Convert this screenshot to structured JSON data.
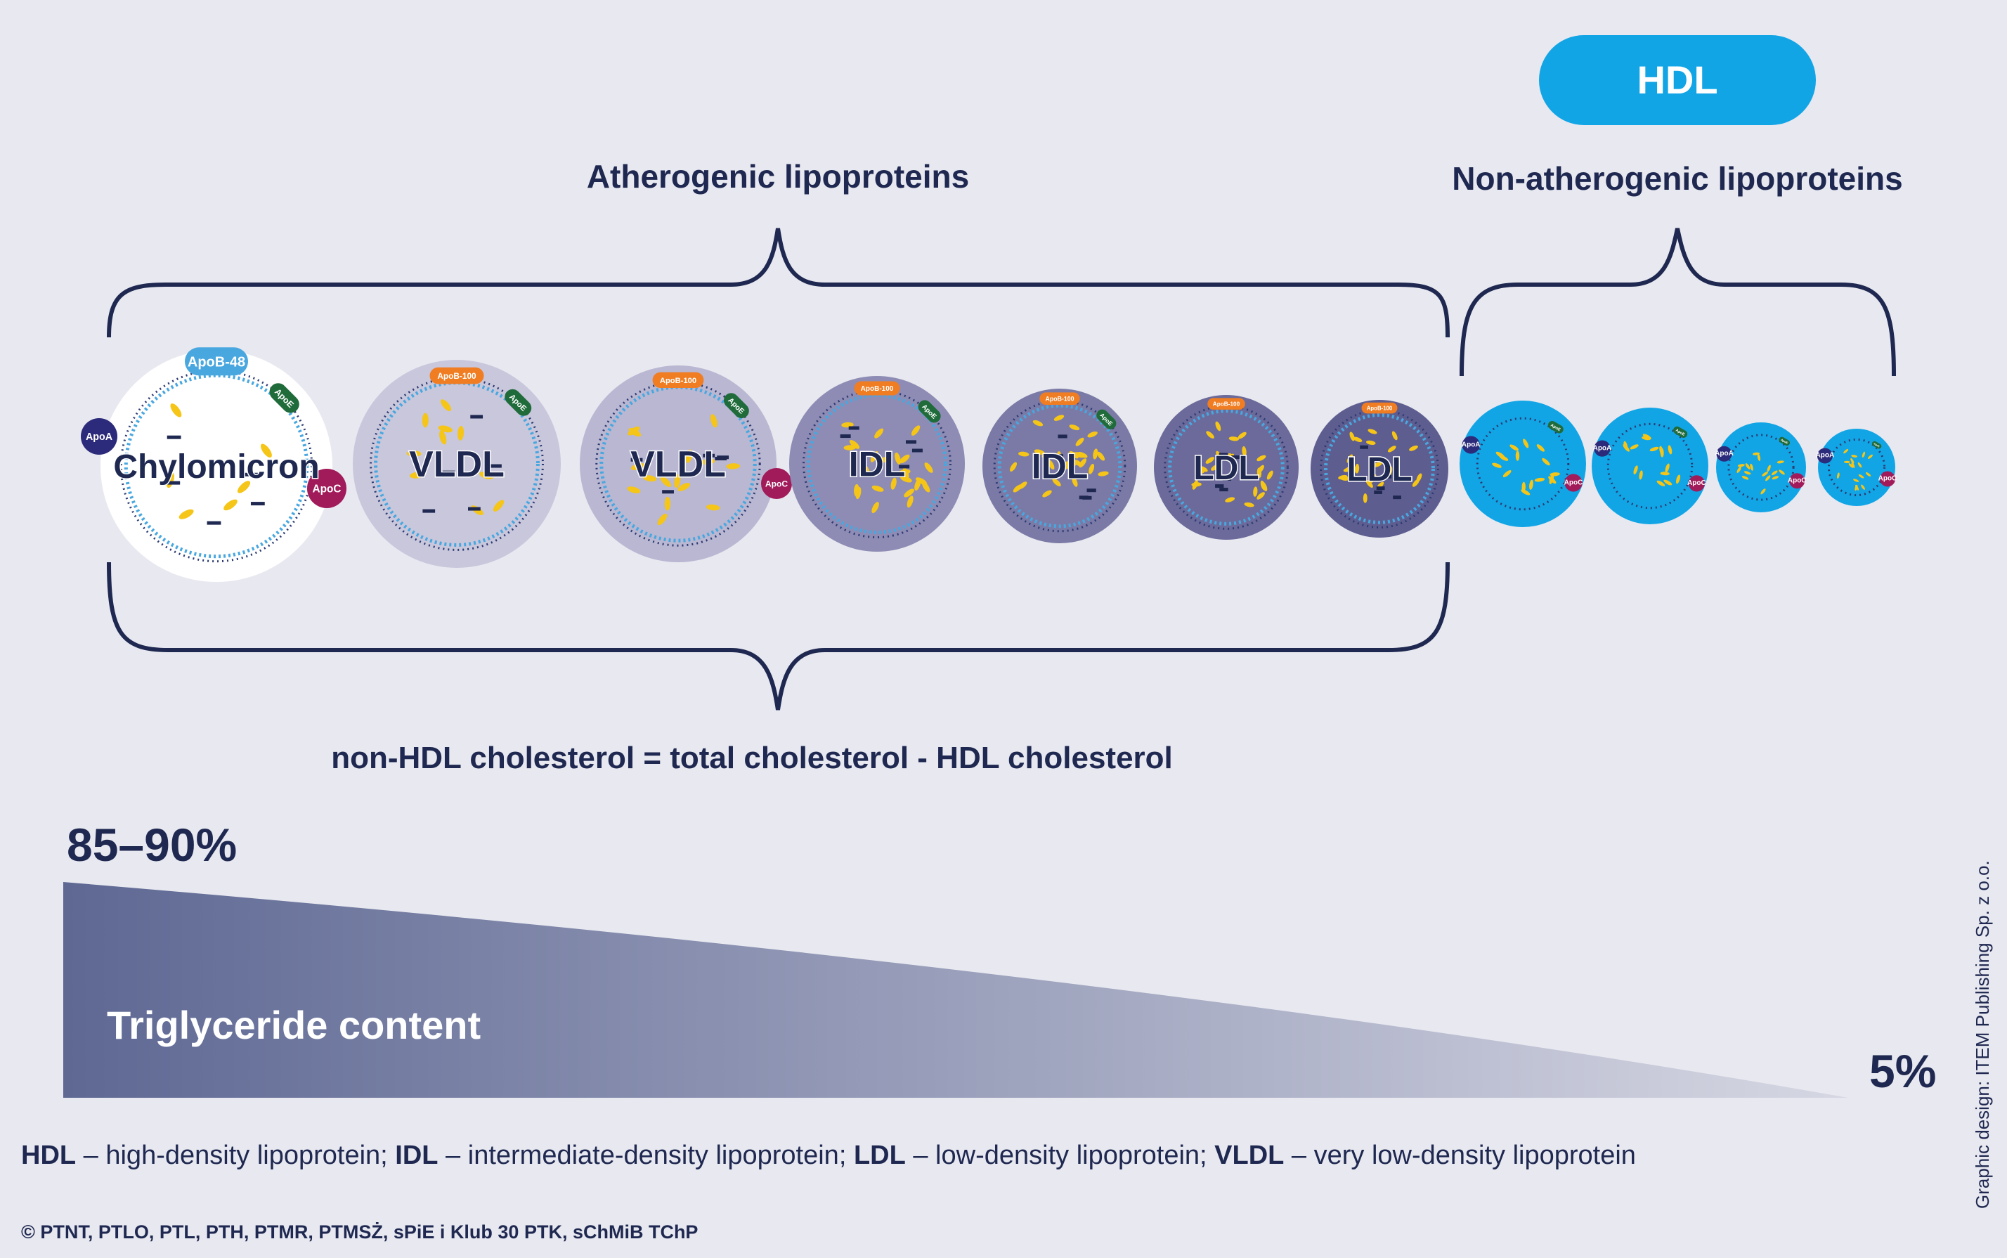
{
  "hdl_badge": "HDL",
  "atherogenic_label": "Atherogenic lipoproteins",
  "non_atherogenic_label": "Non-atherogenic lipoproteins",
  "formula": "non-HDL cholesterol = total cholesterol - HDL cholesterol",
  "tg_high": "85–90%",
  "tg_low": "5%",
  "tg_label": "Triglyceride content",
  "particles": [
    {
      "name": "Chylomicron",
      "apob": "ApoB-48",
      "apoe": "ApoE",
      "apoa": "ApoA",
      "apoc": "ApoC"
    },
    {
      "name": "VLDL",
      "apob": "ApoB-100",
      "apoe": "ApoE"
    },
    {
      "name": "VLDL",
      "apob": "ApoB-100",
      "apoe": "ApoE",
      "apoc": "ApoC"
    },
    {
      "name": "IDL",
      "apob": "ApoB-100",
      "apoe": "ApoE"
    },
    {
      "name": "IDL",
      "apob": "ApoB-100",
      "apoe": "ApoE"
    },
    {
      "name": "LDL",
      "apob": "ApoB-100"
    },
    {
      "name": "LDL",
      "apob": "ApoB-100"
    }
  ],
  "hdl_particles": [
    {
      "apoa": "ApoA",
      "apoe": "ApoE",
      "apoc": "ApoC"
    },
    {
      "apoa": "ApoA",
      "apoe": "ApoE",
      "apoc": "ApoC"
    },
    {
      "apoa": "ApoA",
      "apoe": "ApoE",
      "apoc": "ApoC"
    },
    {
      "apoa": "ApoA",
      "apoe": "ApoE",
      "apoc": "ApoC"
    }
  ],
  "legend": [
    {
      "abbr": "HDL",
      "def": " – high-density lipoprotein; "
    },
    {
      "abbr": "IDL",
      "def": " – intermediate-density lipoprotein; "
    },
    {
      "abbr": "LDL",
      "def": " – low-density lipoprotein; "
    },
    {
      "abbr": "VLDL",
      "def": " – very low-density lipoprotein"
    }
  ],
  "copyright": "© PTNT, PTLO, PTL, PTH, PTMR, PTMSŻ, sPiE i Klub 30 PTK, sChMiB TChP",
  "credit": "Graphic design: ITEM Publishing Sp. z o.o.",
  "colors": {
    "background": "#e8e8f0",
    "navy": "#1e2850",
    "hdl_blue": "#12a5e5",
    "orange_apob": "#f07d22",
    "blue_apob48": "#49a7df",
    "green_apoe": "#1f6b3a",
    "purple_apoa": "#2c2a7a",
    "magenta_apoc": "#a11a5a",
    "tg_yellow": "#f5c518",
    "gradient_start": "#5e6893",
    "gradient_end": "#d6d7e3"
  }
}
